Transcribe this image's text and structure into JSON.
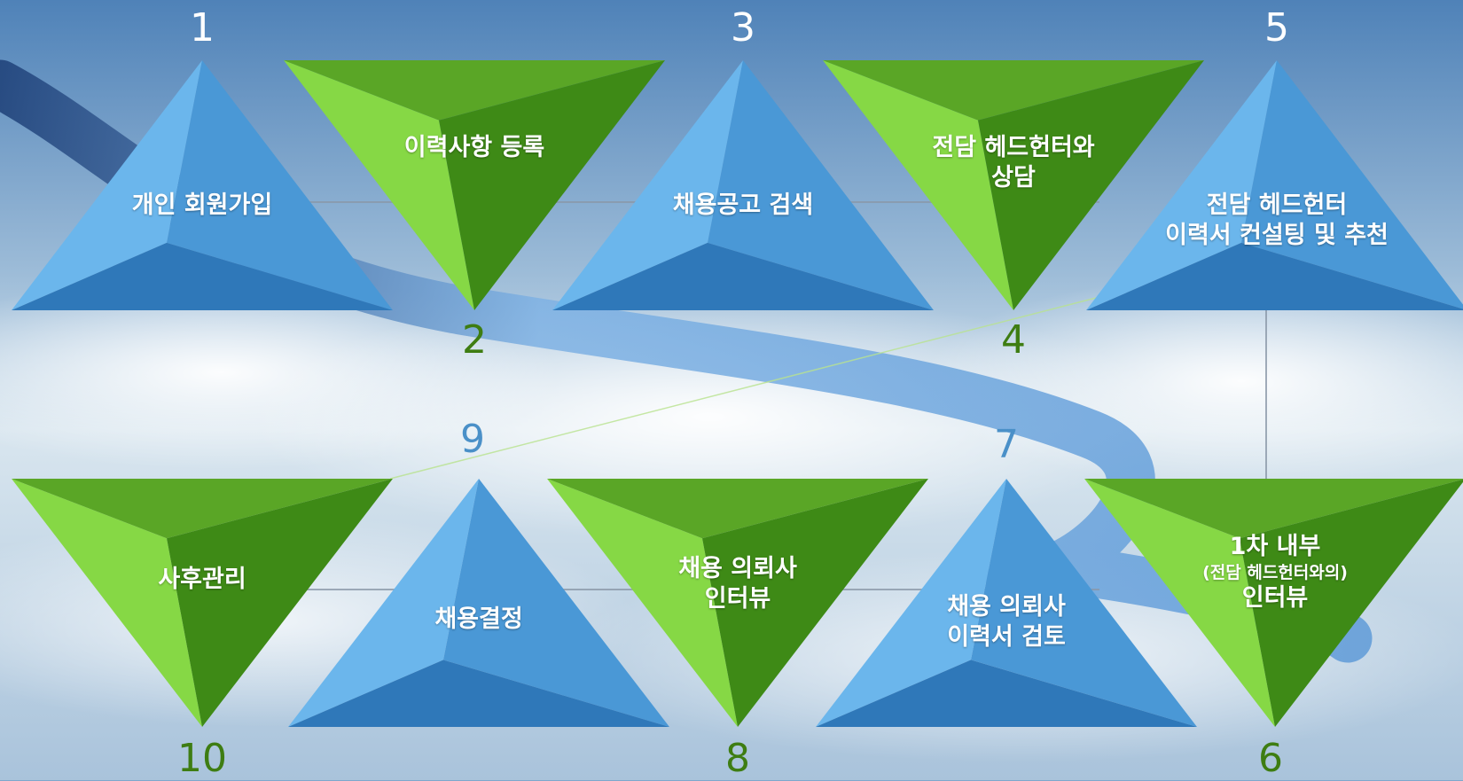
{
  "steps": [
    {
      "number": "1",
      "lines": [
        "개인 회원가입"
      ],
      "color": "blue"
    },
    {
      "number": "2",
      "lines": [
        "이력사항 등록"
      ],
      "color": "green"
    },
    {
      "number": "3",
      "lines": [
        "채용공고 검색"
      ],
      "color": "blue"
    },
    {
      "number": "4",
      "lines": [
        "전담 헤드헌터와",
        "상담"
      ],
      "color": "green"
    },
    {
      "number": "5",
      "lines": [
        "전담 헤드헌터",
        "이력서 컨설팅 및 추천"
      ],
      "color": "blue"
    },
    {
      "number": "6",
      "lines": [
        "1차 내부"
      ],
      "sub": "(전담 헤드헌터와의)",
      "lines_after": [
        "인터뷰"
      ],
      "color": "green"
    },
    {
      "number": "7",
      "lines": [
        "채용 의뢰사",
        "이력서 검토"
      ],
      "color": "blue"
    },
    {
      "number": "8",
      "lines": [
        "채용 의뢰사",
        "인터뷰"
      ],
      "color": "green"
    },
    {
      "number": "9",
      "lines": [
        "채용결정"
      ],
      "color": "blue"
    },
    {
      "number": "10",
      "lines": [
        "사후관리"
      ],
      "color": "green"
    }
  ],
  "colors": {
    "blue_light": "#6bb6ec",
    "blue_mid": "#4a98d6",
    "blue_dark": "#2f78b9",
    "green_light": "#86d845",
    "green_mid": "#5aa626",
    "green_dark": "#3e8a16",
    "number_blue": "#4a90c8",
    "number_green": "#3e7d12"
  }
}
